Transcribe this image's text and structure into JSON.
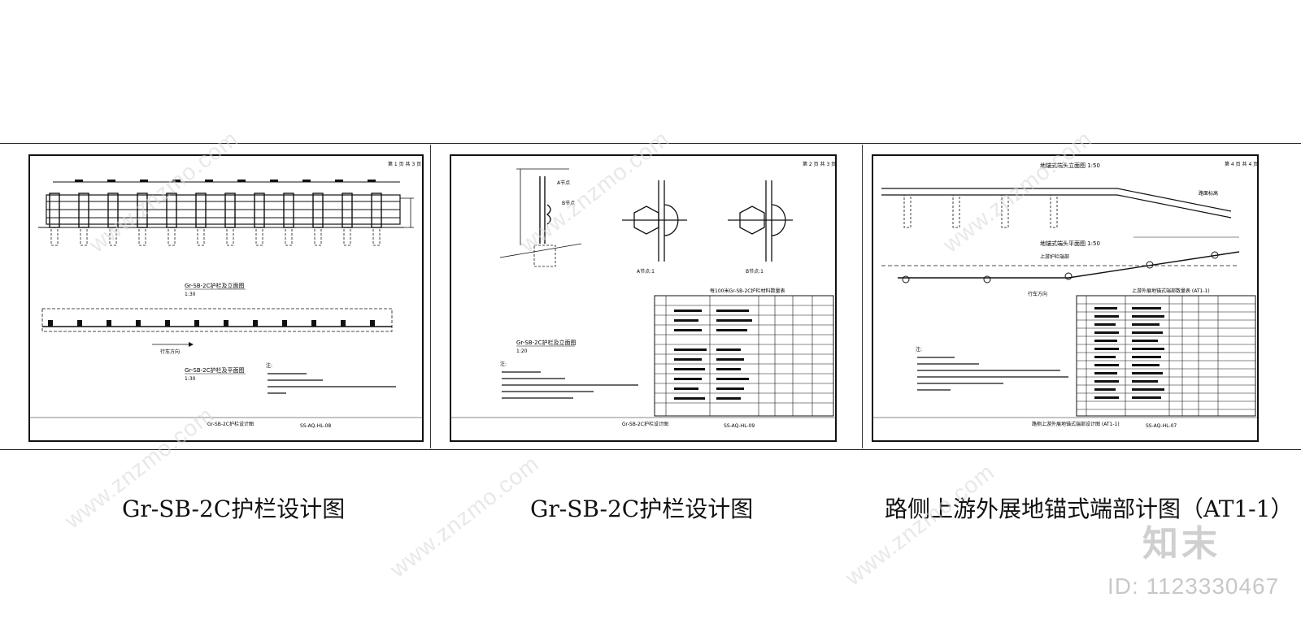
{
  "panels": [
    {
      "page_label": "第 1 页 共 3 页",
      "view_title_1": "Gr-SB-2C护栏及立面图",
      "scale_1": "1:30",
      "view_title_2": "Gr-SB-2C护栏及平面图",
      "scale_2": "1:30",
      "direction_label": "行车方向",
      "notes_title": "注:",
      "sheet_title": "Gr-SB-2C护栏设计图",
      "drawing_no": "SS-AQ-HL-08",
      "caption": "Gr-SB-2C护栏设计图"
    },
    {
      "page_label": "第 2 页 共 3 页",
      "label_a": "A节点",
      "label_b": "B节点",
      "section_title": "Gr-SB-2C护栏及立面图",
      "section_scale": "1:20",
      "notes_title": "注:",
      "detail_a": "A节点:1",
      "detail_b": "B节点:1",
      "table_title": "每100米Gr-SB-2C护栏材料数量表",
      "sheet_title": "Gr-SB-2C护栏设计图",
      "drawing_no": "SS-AQ-HL-09",
      "caption": "Gr-SB-2C护栏设计图"
    },
    {
      "page_label": "第 4 页 共 4 页",
      "elev_title": "地锚式端头立面图 1:50",
      "plan_title": "地锚式端头平面图 1:50",
      "label_road": "路面标高",
      "label_direction": "行车方向",
      "label_upstream": "上游护栏端部",
      "notes_title": "注:",
      "table_title": "上游外展地锚式端部数量表 (AT1-1)",
      "sheet_title": "路侧上游外展地锚式端部设计图 (AT1-1)",
      "drawing_no": "SS-AQ-HL-07",
      "caption": "路侧上游外展地锚式端部计图（AT1-1）"
    }
  ],
  "watermarks": {
    "site": "www.znzmo.com",
    "logo": "知末",
    "id_label": "ID: 1123330467"
  }
}
